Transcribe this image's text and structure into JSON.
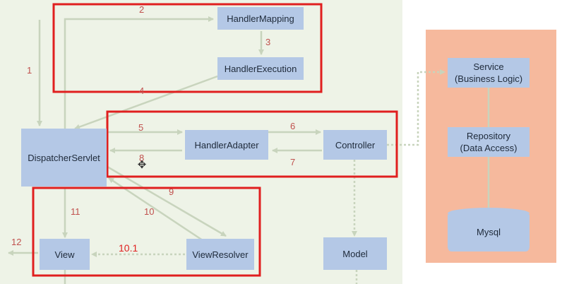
{
  "colors": {
    "left_panel_bg": "#eef3e7",
    "right_panel_bg": "#f6b99d",
    "node_fill": "#b4c8e6",
    "node_text": "#1e2a3a",
    "arrow": "#c8d4bd",
    "step_label": "#c0504d",
    "highlight_frame": "#e01f1f"
  },
  "nodes": {
    "handler_mapping": "HandlerMapping",
    "handler_execution": "HandlerExecution",
    "dispatcher_servlet": "DispatcherServlet",
    "handler_adapter": "HandlerAdapter",
    "controller": "Controller",
    "view": "View",
    "view_resolver": "ViewResolver",
    "model": "Model",
    "service": "Service\n(Business Logic)",
    "repository": "Repository\n(Data Access)",
    "mysql": "Mysql"
  },
  "steps": {
    "s1": "1",
    "s2": "2",
    "s3": "3",
    "s4": "4",
    "s5": "5",
    "s6": "6",
    "s7": "7",
    "s8": "8",
    "s9": "9",
    "s10": "10",
    "s10_1": "10.1",
    "s11": "11",
    "s12": "12"
  },
  "cursor_icon": "move-cursor-icon"
}
